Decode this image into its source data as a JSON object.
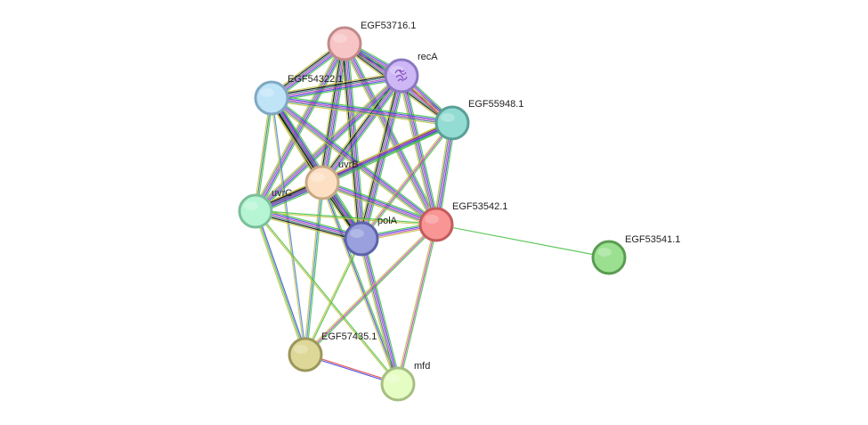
{
  "nodes": [
    {
      "id": "EGF53716.1",
      "label": "EGF53716.1",
      "fill": "#f7c5c5",
      "stroke": "#c28a8a"
    },
    {
      "id": "recA",
      "label": "recA",
      "fill": "#cdb8f5",
      "stroke": "#8b78c2",
      "icon": "protein-structure-icon"
    },
    {
      "id": "EGF54322.1",
      "label": "EGF54322.1",
      "fill": "#bfe3f7",
      "stroke": "#7fa8c2"
    },
    {
      "id": "EGF55948.1",
      "label": "EGF55948.1",
      "fill": "#93dcd3",
      "stroke": "#5a9f96"
    },
    {
      "id": "uvrB",
      "label": "uvrB",
      "fill": "#fde0c4",
      "stroke": "#c8a985"
    },
    {
      "id": "uvrC",
      "label": "uvrC",
      "fill": "#b5f5d4",
      "stroke": "#7cbf9b"
    },
    {
      "id": "polA",
      "label": "polA",
      "fill": "#99a0dd",
      "stroke": "#5c63a8"
    },
    {
      "id": "EGF53542.1",
      "label": "EGF53542.1",
      "fill": "#f99595",
      "stroke": "#c35c5c"
    },
    {
      "id": "EGF53541.1",
      "label": "EGF53541.1",
      "fill": "#9be090",
      "stroke": "#5a9c52"
    },
    {
      "id": "EGF57435.1",
      "label": "EGF57435.1",
      "fill": "#ddd898",
      "stroke": "#9c975a"
    },
    {
      "id": "mfd",
      "label": "mfd",
      "fill": "#e5fdc2",
      "stroke": "#a6bf82"
    }
  ],
  "edges": [
    {
      "source": "EGF53716.1",
      "target": "recA",
      "colors": [
        "#3fbf3f",
        "#3f3fdf",
        "#bf3fbf",
        "#3f7f7f",
        "#000000",
        "#bfbf3f"
      ]
    },
    {
      "source": "EGF53716.1",
      "target": "EGF54322.1",
      "colors": [
        "#3fbf3f",
        "#3f3fdf",
        "#bf3fbf",
        "#3f7f7f",
        "#000000",
        "#bfbf3f"
      ]
    },
    {
      "source": "EGF53716.1",
      "target": "EGF55948.1",
      "colors": [
        "#3fbf3f",
        "#3f3fdf",
        "#bf3fbf",
        "#3f7f7f",
        "#000000",
        "#bfbf3f"
      ]
    },
    {
      "source": "EGF53716.1",
      "target": "uvrB",
      "colors": [
        "#3fbf3f",
        "#3f3fdf",
        "#bf3fbf",
        "#3f7f7f",
        "#000000",
        "#bfbf3f"
      ]
    },
    {
      "source": "EGF53716.1",
      "target": "uvrC",
      "colors": [
        "#3fbf3f",
        "#3f3fdf",
        "#bf3fbf",
        "#3f7f7f",
        "#bfbf3f"
      ]
    },
    {
      "source": "EGF53716.1",
      "target": "polA",
      "colors": [
        "#3fbf3f",
        "#3f3fdf",
        "#bf3fbf",
        "#3f7f7f",
        "#000000",
        "#bfbf3f"
      ]
    },
    {
      "source": "EGF53716.1",
      "target": "EGF53542.1",
      "colors": [
        "#3fbf3f",
        "#3f3fdf",
        "#bf3fbf",
        "#3f7f7f",
        "#bfbf3f"
      ]
    },
    {
      "source": "recA",
      "target": "EGF54322.1",
      "colors": [
        "#3fbf3f",
        "#3f3fdf",
        "#bf3fbf",
        "#3f7f7f",
        "#000000",
        "#bfbf3f"
      ]
    },
    {
      "source": "recA",
      "target": "EGF55948.1",
      "colors": [
        "#3fbf3f",
        "#3f3fdf",
        "#bf3fbf",
        "#bfbf3f",
        "#df3f3f"
      ]
    },
    {
      "source": "recA",
      "target": "uvrB",
      "colors": [
        "#3fbf3f",
        "#3f3fdf",
        "#bf3fbf",
        "#3f7f7f",
        "#000000",
        "#bfbf3f"
      ]
    },
    {
      "source": "recA",
      "target": "uvrC",
      "colors": [
        "#3fbf3f",
        "#3f3fdf",
        "#bf3fbf",
        "#3f7f7f",
        "#bfbf3f"
      ]
    },
    {
      "source": "recA",
      "target": "polA",
      "colors": [
        "#3fbf3f",
        "#3f3fdf",
        "#bf3fbf",
        "#3f7f7f",
        "#000000",
        "#bfbf3f"
      ]
    },
    {
      "source": "recA",
      "target": "EGF53542.1",
      "colors": [
        "#3fbf3f",
        "#3f3fdf",
        "#bf3fbf",
        "#3f7f7f",
        "#bfbf3f"
      ]
    },
    {
      "source": "EGF54322.1",
      "target": "EGF55948.1",
      "colors": [
        "#3fbf3f",
        "#3f3fdf",
        "#bf3fbf",
        "#3f7f7f",
        "#bfbf3f"
      ]
    },
    {
      "source": "EGF54322.1",
      "target": "uvrB",
      "colors": [
        "#3fbf3f",
        "#3f3fdf",
        "#bf3fbf",
        "#3f7f7f",
        "#000000",
        "#bfbf3f"
      ]
    },
    {
      "source": "EGF54322.1",
      "target": "uvrC",
      "colors": [
        "#3fbf3f",
        "#3f7f7f",
        "#bfbf3f"
      ]
    },
    {
      "source": "EGF54322.1",
      "target": "polA",
      "colors": [
        "#3fbf3f",
        "#3f3fdf",
        "#bf3fbf",
        "#3f7f7f",
        "#000000",
        "#bfbf3f"
      ]
    },
    {
      "source": "EGF54322.1",
      "target": "EGF53542.1",
      "colors": [
        "#3fbf3f",
        "#3f3fdf",
        "#bf3fbf",
        "#3f7f7f",
        "#bfbf3f"
      ]
    },
    {
      "source": "EGF54322.1",
      "target": "EGF57435.1",
      "colors": [
        "#3f7fdf",
        "#bfbf3f"
      ]
    },
    {
      "source": "EGF55948.1",
      "target": "uvrB",
      "colors": [
        "#3fbf3f",
        "#3f3fdf",
        "#bf3fbf",
        "#000000",
        "#bfbf3f"
      ]
    },
    {
      "source": "EGF55948.1",
      "target": "uvrC",
      "colors": [
        "#3fbf3f",
        "#3f3fdf",
        "#bf3fbf",
        "#bfbf3f"
      ]
    },
    {
      "source": "EGF55948.1",
      "target": "polA",
      "colors": [
        "#3fbf3f",
        "#bf3fbf",
        "#bfbf3f"
      ]
    },
    {
      "source": "EGF55948.1",
      "target": "EGF53542.1",
      "colors": [
        "#3fbf3f",
        "#3f3fdf",
        "#bf3fbf",
        "#3f7f7f",
        "#bfbf3f"
      ]
    },
    {
      "source": "uvrB",
      "target": "uvrC",
      "colors": [
        "#3fbf3f",
        "#3f3fdf",
        "#bf3fbf",
        "#3f7f7f",
        "#000000",
        "#bfbf3f"
      ]
    },
    {
      "source": "uvrB",
      "target": "polA",
      "colors": [
        "#3fbf3f",
        "#3f3fdf",
        "#bf3fbf",
        "#3f7f7f",
        "#000000",
        "#bfbf3f"
      ]
    },
    {
      "source": "uvrB",
      "target": "EGF53542.1",
      "colors": [
        "#3fbf3f",
        "#3f3fdf",
        "#bf3fbf",
        "#3f7f7f",
        "#bfbf3f"
      ]
    },
    {
      "source": "uvrB",
      "target": "EGF57435.1",
      "colors": [
        "#3fbf3f",
        "#3f7fdf",
        "#bfbf3f"
      ]
    },
    {
      "source": "uvrB",
      "target": "mfd",
      "colors": [
        "#3fbf3f",
        "#3f3fdf",
        "#bfbf3f"
      ]
    },
    {
      "source": "uvrC",
      "target": "polA",
      "colors": [
        "#3fbf3f",
        "#3f3fdf",
        "#bf3fbf",
        "#3f7f7f",
        "#000000",
        "#bfbf3f"
      ]
    },
    {
      "source": "uvrC",
      "target": "EGF53542.1",
      "colors": [
        "#3fbf3f",
        "#bfbf3f"
      ]
    },
    {
      "source": "uvrC",
      "target": "EGF57435.1",
      "colors": [
        "#3f3fdf",
        "#3fbf3f",
        "#bfbf3f"
      ]
    },
    {
      "source": "uvrC",
      "target": "mfd",
      "colors": [
        "#3fbf3f",
        "#bfbf3f"
      ]
    },
    {
      "source": "polA",
      "target": "EGF53542.1",
      "colors": [
        "#3fbf3f",
        "#3f3fdf",
        "#bf3fbf",
        "#bfbf3f"
      ]
    },
    {
      "source": "polA",
      "target": "EGF57435.1",
      "colors": [
        "#3fbf3f",
        "#bfbf3f"
      ]
    },
    {
      "source": "polA",
      "target": "mfd",
      "colors": [
        "#3fbf3f",
        "#3f3fdf",
        "#bf3fbf",
        "#3f7f7f",
        "#bfbf3f"
      ]
    },
    {
      "source": "EGF53542.1",
      "target": "EGF57435.1",
      "colors": [
        "#3fbf3f",
        "#bf3fbf",
        "#bfbf3f"
      ]
    },
    {
      "source": "EGF53542.1",
      "target": "mfd",
      "colors": [
        "#3fbf3f",
        "#bf3fbf",
        "#bfbf3f"
      ]
    },
    {
      "source": "EGF53542.1",
      "target": "EGF53541.1",
      "colors": [
        "#3fbf3f"
      ]
    },
    {
      "source": "EGF57435.1",
      "target": "mfd",
      "colors": [
        "#df3f3f",
        "#3f3fdf"
      ]
    }
  ]
}
